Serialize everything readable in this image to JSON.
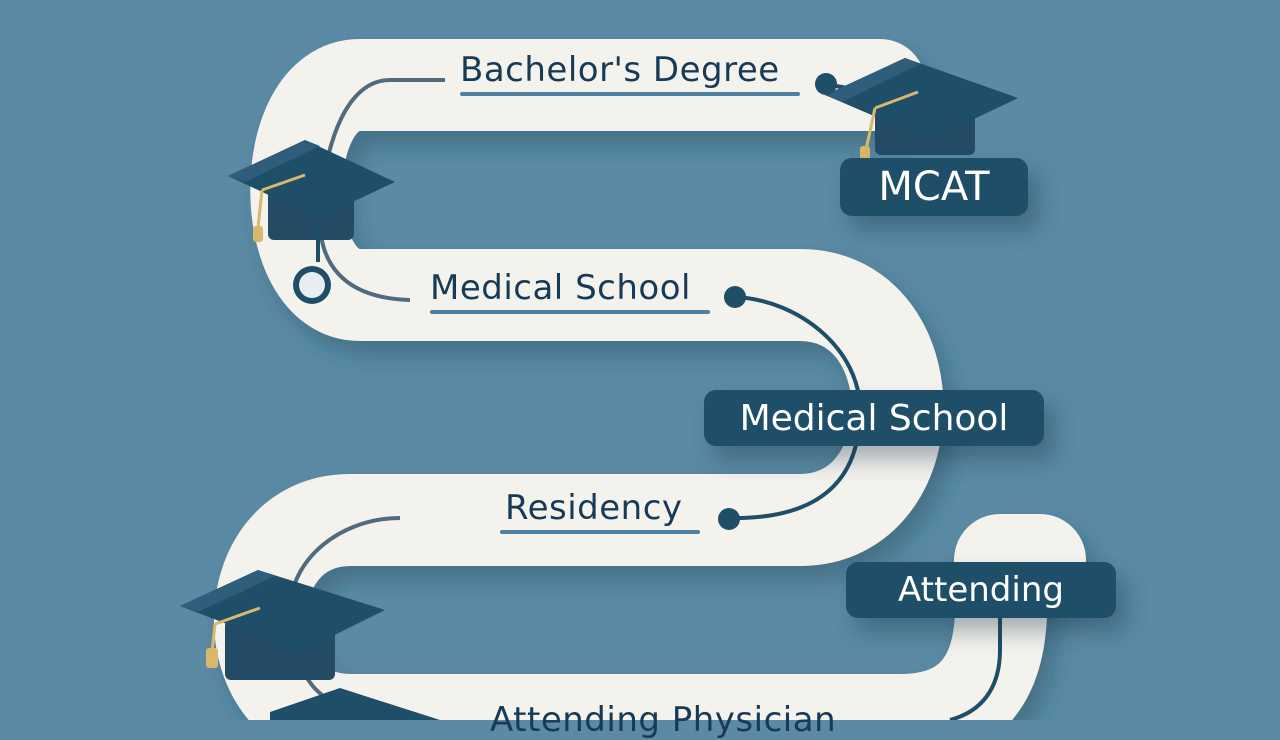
{
  "steps": {
    "bachelors": "Bachelor's Degree",
    "medical_school_label": "Medical School",
    "residency": "Residency",
    "attending_physician_partial": "Attending Physician"
  },
  "badges": {
    "mcat": "MCAT",
    "medical_school": "Medical School",
    "attending": "Attending"
  },
  "colors": {
    "background": "#5a8aa4",
    "road": "#f4f2ed",
    "cap": "#244b66",
    "tassel": "#d9b76b",
    "badge": "#1f4e69",
    "text_dark": "#173a56"
  },
  "icons": [
    "graduation-cap-icon",
    "stethoscope-icon"
  ]
}
